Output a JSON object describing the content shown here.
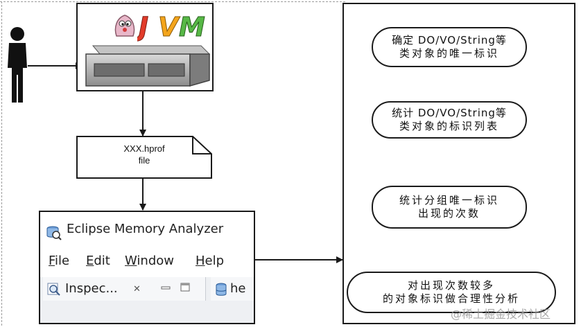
{
  "jvm": {
    "logo_text": "JVM",
    "logo_colors": [
      "#e23b2a",
      "#f4a51c",
      "#57b846"
    ]
  },
  "file": {
    "line1": "XXX.hprof",
    "line2": "file"
  },
  "mat_window": {
    "title": "Eclipse Memory Analyzer",
    "menu": {
      "file": {
        "first": "F",
        "rest": "ile"
      },
      "edit": {
        "first": "E",
        "rest": "dit"
      },
      "window": {
        "first": "W",
        "rest": "indow"
      },
      "help": {
        "first": "H",
        "rest": "elp"
      }
    },
    "tab_inspector": "Inspec...",
    "tab_close": "✕",
    "tab_heap": "he",
    "icons": [
      "memory-analyzer-icon",
      "magnifier-icon",
      "minimize-icon",
      "maximize-icon",
      "heap-database-icon"
    ]
  },
  "flow": [
    {
      "line1": "确定 DO/VO/String等",
      "line2": "类对象的唯一标识"
    },
    {
      "line1": "统计 DO/VO/String等",
      "line2": "类对象的标识列表"
    },
    {
      "line1": "统计分组唯一标识",
      "line2": "出现的次数"
    },
    {
      "line1": "对出现次数较多",
      "line2": "的对象标识做合理性分析"
    }
  ],
  "watermark": "@稀土掘金技术社区"
}
